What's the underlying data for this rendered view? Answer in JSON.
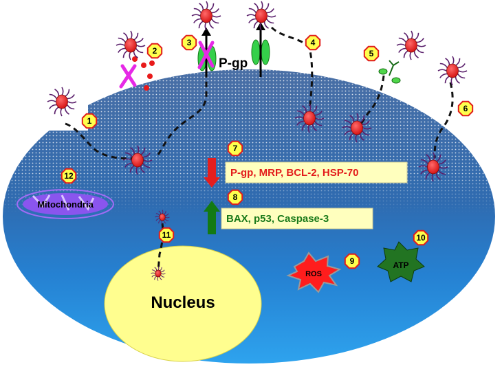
{
  "labels": {
    "pgp": "P-gp",
    "upregulated": "P-gp, MRP, BCL-2, HSP-70",
    "downregulated": "BAX, p53, Caspase-3",
    "nucleus": "Nucleus",
    "mitochondria": "Mitochondria",
    "ros": "ROS",
    "atp": "ATP"
  },
  "badges": [
    "1",
    "2",
    "3",
    "4",
    "5",
    "6",
    "7",
    "8",
    "9",
    "10",
    "11",
    "12"
  ],
  "colors": {
    "cell_top": "#4a6fa5",
    "cell_bottom": "#2d8bd9",
    "nucleus": "#fffe8f",
    "pgp": "#35d04a",
    "up_arrow": "#e41e1e",
    "down_arrow": "#137a13",
    "mitochondria": "#8f5cf0",
    "ros": "#ff1d1d",
    "atp": "#227422",
    "badge_fill": "#ffff4d",
    "badge_stroke": "#e01c1c",
    "nanoparticle": "#e81a1a",
    "ligand_spikes": "#5a1f6b",
    "blocker_x": "#e629e6",
    "receptor": "#4fd64a"
  }
}
